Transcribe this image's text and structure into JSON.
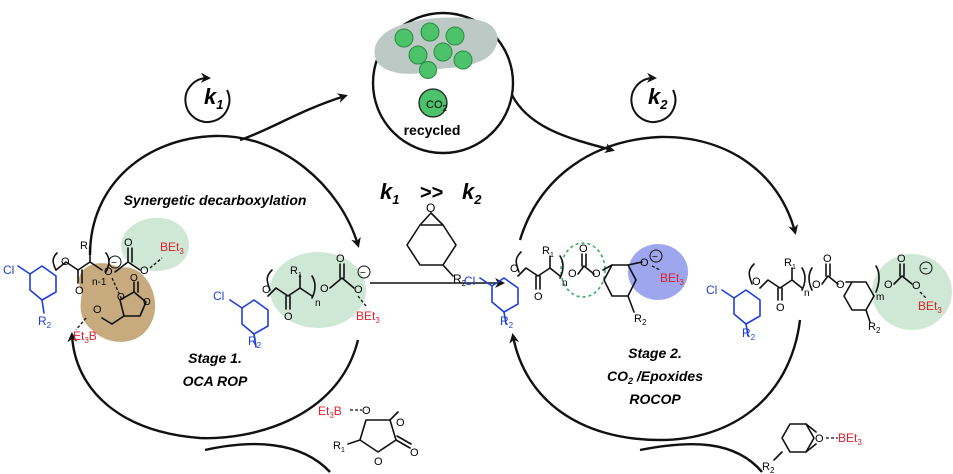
{
  "center": {
    "recycled_label": "recycled",
    "co2_label": "CO",
    "co2_sub": "2"
  },
  "rates": {
    "k1_main": "k",
    "k1_sub": "1",
    "k2_main": "k",
    "k2_sub": "2",
    "compare_op": ">>"
  },
  "stage1": {
    "caption": "Synergetic decarboxylation",
    "title_line1": "Stage 1.",
    "title_line2": "OCA ROP"
  },
  "stage2": {
    "title_line1": "Stage 2.",
    "title_line2_main": "CO",
    "title_line2_sub": "2",
    "title_line2_rest": " /Epoxides",
    "title_line3": "ROCOP"
  },
  "atoms": {
    "cl": "Cl",
    "r1": "R",
    "r1_sub": "1",
    "r2": "R",
    "r2_sub": "2",
    "o": "O",
    "bet3": "BEt",
    "bet3_sub": "3",
    "et3b": "Et",
    "et3b_sub": "3",
    "et3b_b": "B",
    "n": "n",
    "n_minus_1": "n-1",
    "m": "m",
    "minus": "−"
  },
  "colors": {
    "green_highlight": "#cfe8d6",
    "tan_highlight": "#c7ab7f",
    "blue_highlight": "#9ea6ee",
    "co2_ball": "#4cc26a",
    "gray_cloud": "#bcc9c4",
    "chem_blue": "#1f3fd6",
    "chem_red": "#e0202a"
  }
}
